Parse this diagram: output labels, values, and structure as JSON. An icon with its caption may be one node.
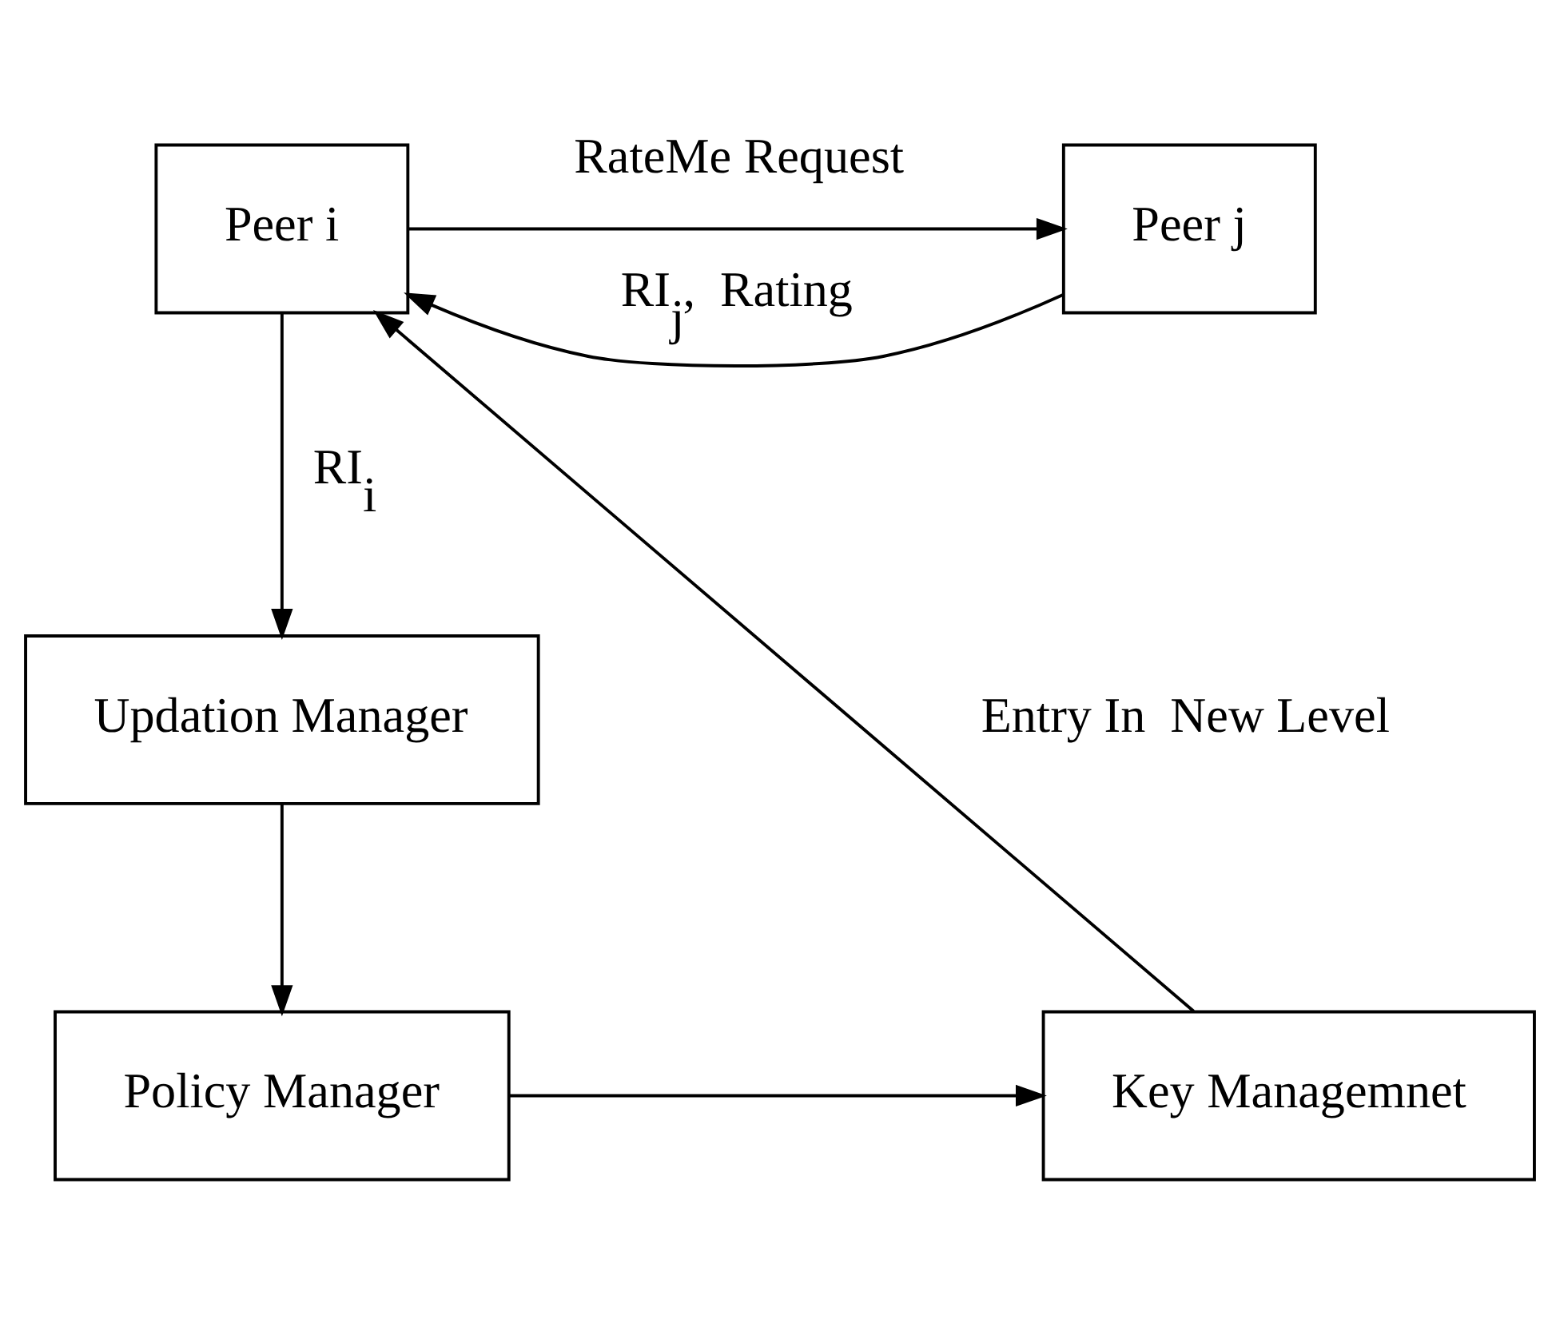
{
  "diagram": {
    "nodes": [
      {
        "text": [
          "Peer i"
        ]
      },
      {
        "text": [
          "Peer j"
        ]
      },
      {
        "text": [
          "Updation Manager"
        ]
      },
      {
        "text": [
          "Key Managemnet"
        ]
      },
      {
        "text": [
          "Policy Manager"
        ]
      }
    ],
    "edges": [
      {
        "from": 0,
        "to": 1,
        "arrow": "to",
        "label": "RateMe Request"
      },
      {
        "from": 1,
        "to": 0,
        "arrow": "to",
        "label": "RI$_{j}$,  Rating"
      },
      {
        "from": 0,
        "to": 2,
        "arrow": "to",
        "label": "RI$_{i}$"
      },
      {
        "from": 2,
        "to": 4,
        "arrow": "to"
      },
      {
        "from": 4,
        "to": 3,
        "arrow": "to"
      },
      {
        "from": 3,
        "to": 0,
        "arrow": "to",
        "label": "Entry In  New Level"
      }
    ]
  }
}
